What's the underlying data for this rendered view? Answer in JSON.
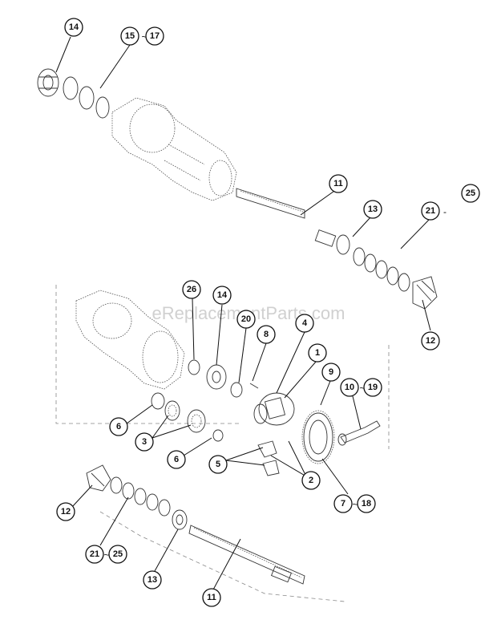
{
  "watermark": "eReplacementParts.com",
  "callouts": {
    "c14a": "14",
    "c15": "15",
    "c17": "17",
    "c11a": "11",
    "c25a": "25",
    "c21a": "21",
    "c13a": "13",
    "c12a": "12",
    "c26": "26",
    "c14b": "14",
    "c20": "20",
    "c8": "8",
    "c4": "4",
    "c1": "1",
    "c9": "9",
    "c10": "10",
    "c19": "19",
    "c6a": "6",
    "c3": "3",
    "c6b": "6",
    "c5": "5",
    "c2": "2",
    "c7": "7",
    "c18": "18",
    "c12b": "12",
    "c21b": "21",
    "c25b": "25",
    "c13b": "13",
    "c11b": "11"
  },
  "separators": {
    "tilde": "~",
    "dash": "-"
  },
  "icons": {
    "axle-housing": "axle-housing-icon",
    "bearing": "bearing-icon",
    "axle-shaft": "axle-shaft-icon",
    "bevel-gear": "bevel-gear-icon",
    "ring-gear": "ring-gear-icon",
    "pinion": "pinion-icon",
    "washer": "washer-icon",
    "shim": "shim-icon"
  }
}
